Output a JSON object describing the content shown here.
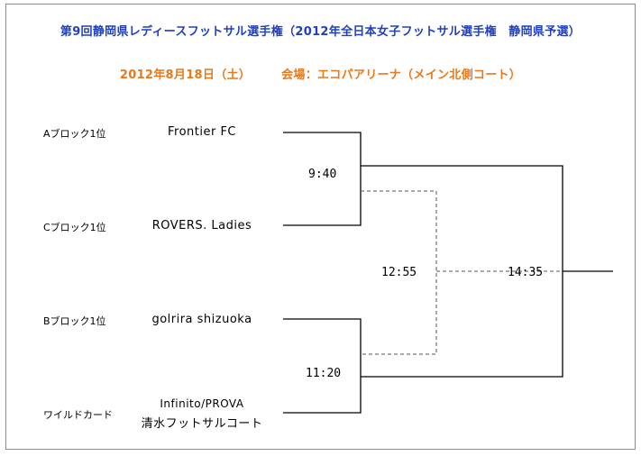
{
  "header": {
    "title": "第9回静岡県レディースフットサル選手権（2012年全日本女子フットサル選手権　静岡県予選）",
    "date": "2012年8月18日（土）",
    "venue": "会場：エコパアリーナ（メイン北側コート）",
    "title_color": "#1f3fbf",
    "subtitle_color": "#e8781a"
  },
  "entries": [
    {
      "seed": "Aブロック1位",
      "team": "Frontier  FC"
    },
    {
      "seed": "Cブロック1位",
      "team": "ROVERS. Ladies"
    },
    {
      "seed": "Bブロック1位",
      "team": "golrira shizuoka"
    },
    {
      "seed": "ワイルドカード",
      "team": "Infinito/PROVA",
      "team_line2": "清水フットサルコート"
    }
  ],
  "matches": {
    "semi1_time": "9:40",
    "semi2_time": "11:20",
    "third_place_time": "12:55",
    "final_time": "14:35"
  }
}
